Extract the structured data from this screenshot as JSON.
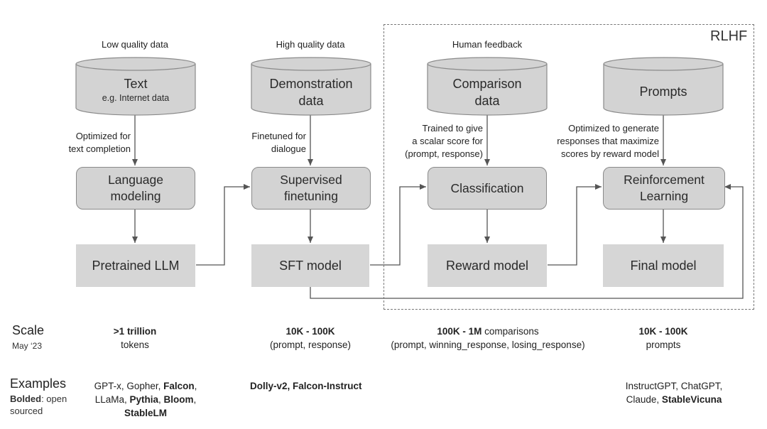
{
  "rlhf_label": "RLHF",
  "top_labels": [
    "Low quality data",
    "High quality data",
    "Human feedback"
  ],
  "cylinders": [
    {
      "line1": "Text",
      "line2": "e.g. Internet data"
    },
    {
      "line1": "Demonstration",
      "line2": "data"
    },
    {
      "line1": "Comparison",
      "line2": "data"
    },
    {
      "line1": "Prompts",
      "line2": ""
    }
  ],
  "edge_labels": [
    {
      "l1": "Optimized for",
      "l2": "text completion",
      "l3": ""
    },
    {
      "l1": "Finetuned for",
      "l2": "dialogue",
      "l3": ""
    },
    {
      "l1": "Trained to give",
      "l2": "a scalar score for",
      "l3": "(prompt, response)"
    },
    {
      "l1": "Optimized to generate",
      "l2": "responses that maximize",
      "l3": "scores by reward model"
    }
  ],
  "processes": [
    {
      "l1": "Language",
      "l2": "modeling"
    },
    {
      "l1": "Supervised",
      "l2": "finetuning"
    },
    {
      "l1": "Classification",
      "l2": ""
    },
    {
      "l1": "Reinforcement",
      "l2": "Learning"
    }
  ],
  "models": [
    "Pretrained LLM",
    "SFT model",
    "Reward model",
    "Final model"
  ],
  "scale": {
    "title": "Scale",
    "subtitle": "May ‘23",
    "cols": [
      {
        "bold": ">1 trillion",
        "rest": "",
        "line2": "tokens"
      },
      {
        "bold": "10K - 100K",
        "rest": "",
        "line2": "(prompt, response)"
      },
      {
        "bold": "100K - 1M",
        "rest": " comparisons",
        "line2": "(prompt, winning_response, losing_response)"
      },
      {
        "bold": "10K - 100K",
        "rest": "",
        "line2": "prompts"
      }
    ]
  },
  "examples": {
    "title": "Examples",
    "sub_bold": "Bolded",
    "sub_rest": ": open",
    "sub_line2": "sourced",
    "col1": {
      "a": "GPT-x, Gopher, ",
      "b": "Falcon",
      "c": ",",
      "d": "LLaMa, ",
      "e": "Pythia",
      "f": ", ",
      "g": "Bloom",
      "h": ",",
      "i": "StableLM"
    },
    "col2": {
      "a": "Dolly-v2, Falcon-Instruct"
    },
    "col4": {
      "a": "InstructGPT, ChatGPT,",
      "b": "Claude, ",
      "c": "StableVicuna"
    }
  },
  "colors": {
    "box_fill": "#d3d3d3",
    "border": "#8a8a8a",
    "line": "#555555",
    "dash": "#777777"
  }
}
